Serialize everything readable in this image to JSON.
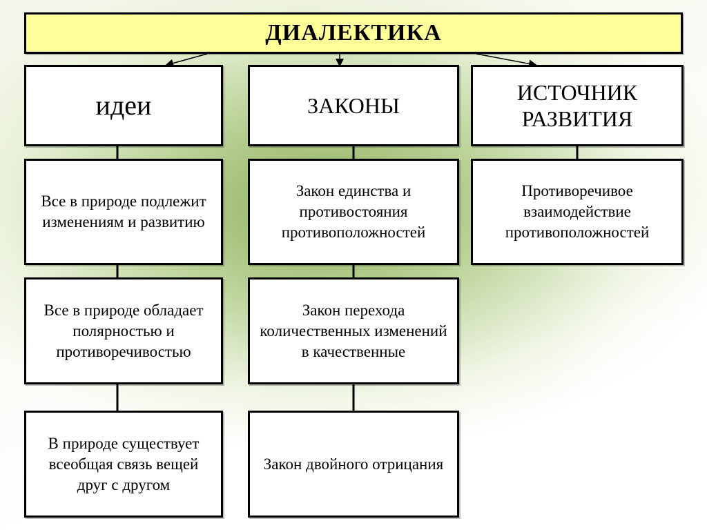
{
  "title": "ДИАЛЕКТИКА",
  "columns": [
    {
      "header": "идеи",
      "items": [
        "Все в природе подлежит изменениям и развитию",
        "Все в природе обладает полярностью и противоречивостью",
        "В природе существует всеобщая связь вещей друг с другом"
      ]
    },
    {
      "header": "ЗАКОНЫ",
      "items": [
        "Закон единства и противостояния противоположностей",
        "Закон перехода количественных изменений в качественные",
        "Закон двойного отрицания"
      ]
    },
    {
      "header": "ИСТОЧНИК РАЗВИТИЯ",
      "items": [
        "Противоречивое взаимодействие противоположностей"
      ]
    }
  ]
}
